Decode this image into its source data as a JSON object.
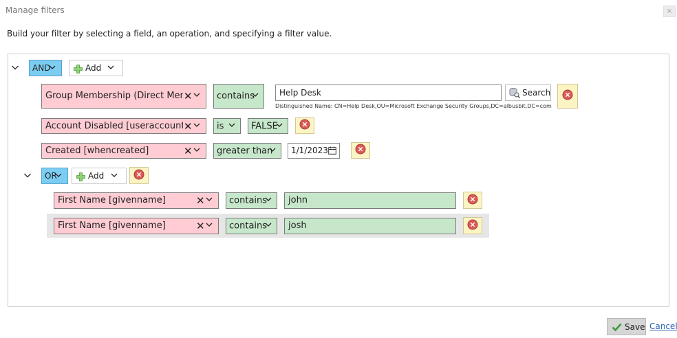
{
  "dialog": {
    "title": "Manage filters",
    "close_glyph": "×",
    "instructions": "Build your filter by selecting a field, an operation, and specifying a filter value."
  },
  "root_group": {
    "logic": "AND",
    "add_label": "Add",
    "conditions": [
      {
        "field": "Group Membership (Direct Mem",
        "operator": "contains",
        "value": "Help Desk",
        "search_label": "Search",
        "note": "Distinguished Name: CN=Help Desk,OU=Microsoft Exchange Security Groups,DC=albusbit,DC=com"
      },
      {
        "field": "Account Disabled [useraccountc",
        "operator": "is",
        "value": "FALSE"
      },
      {
        "field": "Created [whencreated]",
        "operator": "greater than",
        "value": "1/1/2023"
      }
    ]
  },
  "sub_group": {
    "logic": "OR",
    "add_label": "Add",
    "conditions": [
      {
        "field": "First Name [givenname]",
        "operator": "contains",
        "value": "john"
      },
      {
        "field": "First Name [givenname]",
        "operator": "contains",
        "value": "josh"
      }
    ]
  },
  "footer": {
    "save_label": "Save",
    "cancel_label": "Cancel"
  },
  "icons": {
    "chevron": "chevron-down-icon",
    "clear": "clear-x-icon",
    "delete": "delete-circle-icon",
    "add": "plus-icon",
    "search": "database-search-icon",
    "calendar": "calendar-icon",
    "save": "checkmark-icon"
  },
  "colors": {
    "field_bg": "#ffccd3",
    "operator_bg": "#c7e7cb",
    "logic_bg": "#7ccdf2",
    "delete_bg": "#fdf4c4",
    "delete_icon": "#d9534f",
    "add_icon": "#5cb85c",
    "save_check": "#3c9a3c"
  }
}
